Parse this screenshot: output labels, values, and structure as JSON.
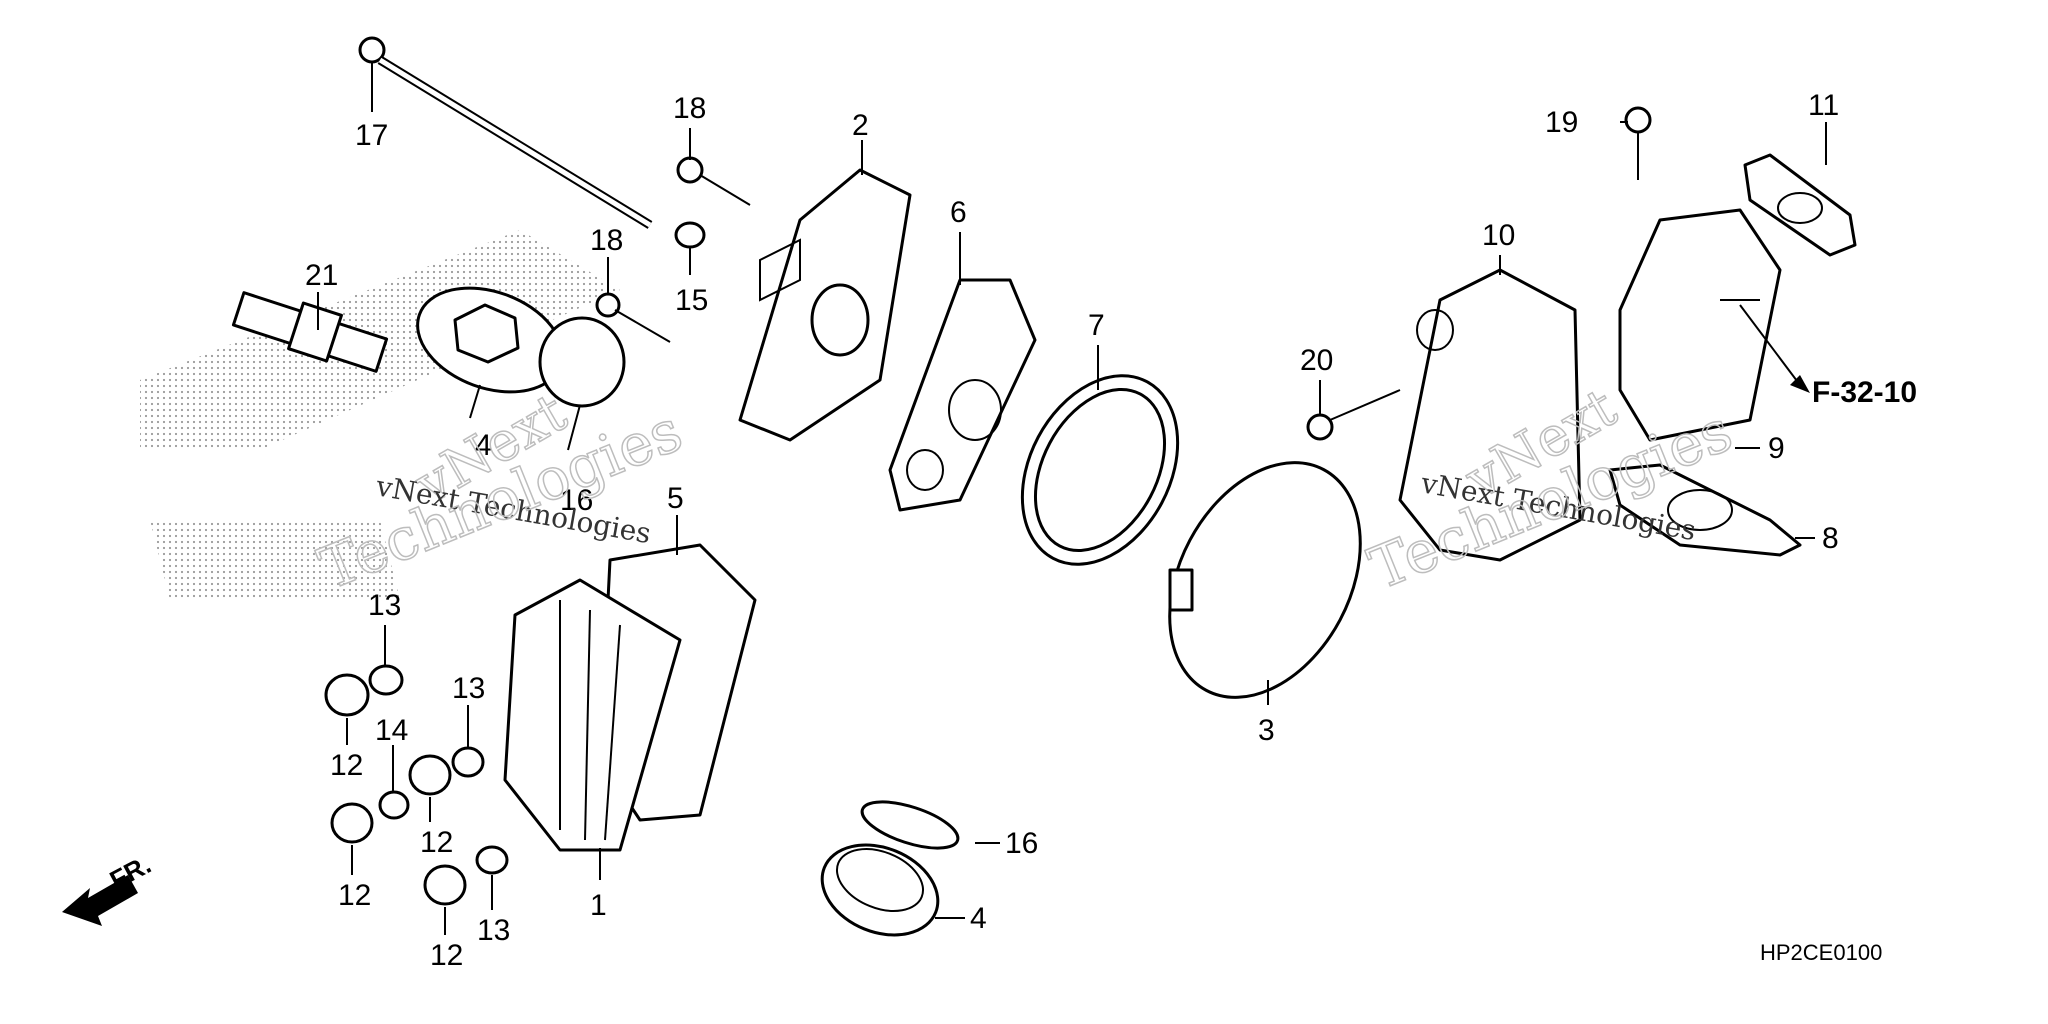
{
  "diagram": {
    "callouts": {
      "c1": "1",
      "c2": "2",
      "c3": "3",
      "c4a": "4",
      "c4b": "4",
      "c5": "5",
      "c6": "6",
      "c7": "7",
      "c8": "8",
      "c9": "9",
      "c10": "10",
      "c11": "11",
      "c12a": "12",
      "c12b": "12",
      "c12c": "12",
      "c12d": "12",
      "c13a": "13",
      "c13b": "13",
      "c13c": "13",
      "c14": "14",
      "c15": "15",
      "c16a": "16",
      "c16b": "16",
      "c17": "17",
      "c18a": "18",
      "c18b": "18",
      "c19": "19",
      "c20": "20",
      "c21": "21"
    },
    "reference": "F-32-10",
    "front_indicator": "FR.",
    "diagram_code": "HP2CE0100",
    "watermark": {
      "line1": "vNext",
      "line2": "vNext Technologies",
      "line3": "Technologies"
    }
  }
}
